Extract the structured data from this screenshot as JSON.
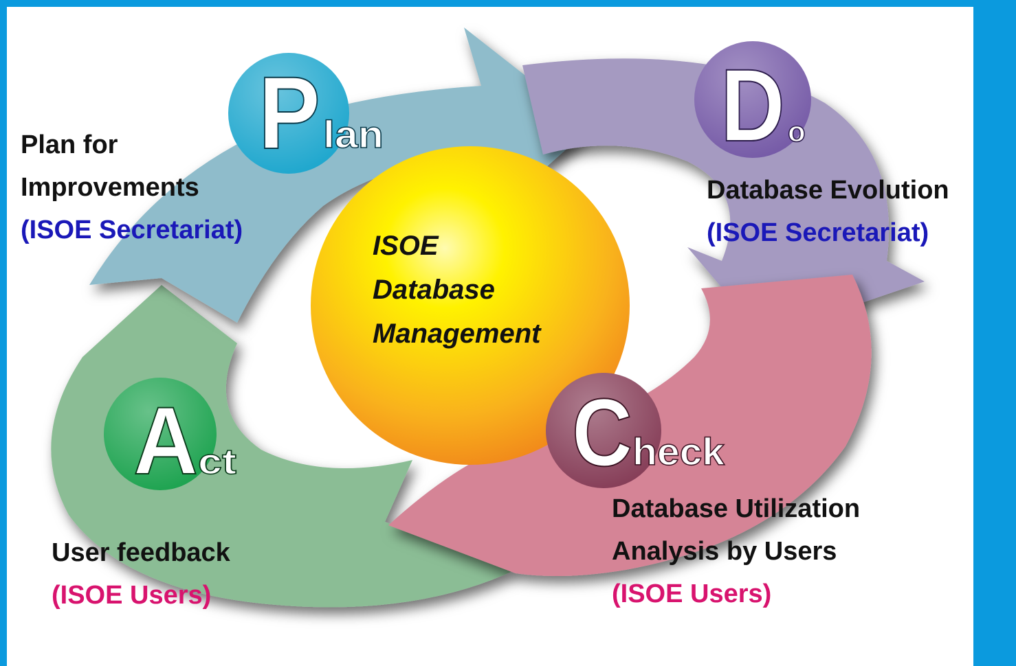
{
  "center": {
    "line1": "ISOE",
    "line2": "Database",
    "line3": "Management"
  },
  "phases": {
    "plan": {
      "big_letter": "P",
      "rest": "lan",
      "title_line1": "Plan for",
      "title_line2": "Improvements",
      "owner": "(ISOE Secretariat)",
      "arrow_color": "#8fbccb",
      "badge_color": "#17a4cc"
    },
    "do": {
      "big_letter": "D",
      "rest": "o",
      "title_line1": "Database Evolution",
      "owner": "(ISOE Secretariat)",
      "arrow_color": "#a59ac1",
      "badge_color": "#7155a4"
    },
    "check": {
      "big_letter": "C",
      "rest": "heck",
      "title_line1": "Database Utilization",
      "title_line2": "Analysis by Users",
      "owner": "(ISOE Users)",
      "arrow_color": "#d58496",
      "badge_color": "#823752"
    },
    "act": {
      "big_letter": "A",
      "rest": "ct",
      "title_line1": "User feedback",
      "owner": "(ISOE Users)",
      "arrow_color": "#8bbd95",
      "badge_color": "#16a04a"
    }
  },
  "colors": {
    "frame": "#0b9ade",
    "secretariat_text": "#1a18b8",
    "users_text": "#d8136e",
    "sphere_light": "#fff36a",
    "sphere_dark": "#f28a1c"
  }
}
